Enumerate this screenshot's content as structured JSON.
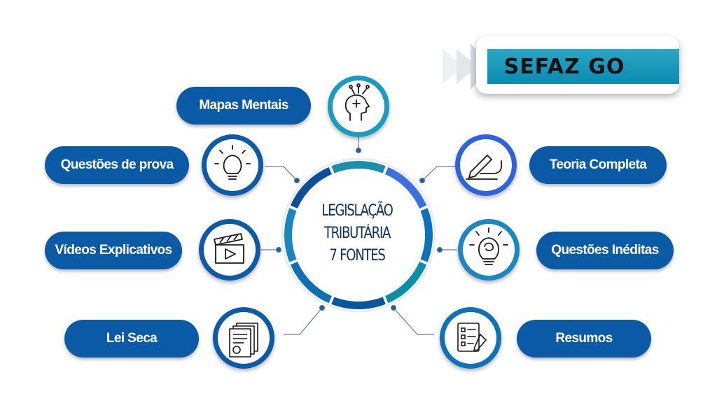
{
  "badge": {
    "label": "SEFAZ GO"
  },
  "center": {
    "lines": [
      "Legislação",
      "Tributária",
      "7 Fontes"
    ]
  },
  "items": [
    {
      "label": "Mapas Mentais",
      "icon": "head-ideas-icon"
    },
    {
      "label": "Teoria Completa",
      "icon": "writing-hand-icon"
    },
    {
      "label": "Questões de prova",
      "icon": "lightbulb-icon"
    },
    {
      "label": "Questões Inéditas",
      "icon": "brain-bulb-icon"
    },
    {
      "label": "Vídeos Explicativos",
      "icon": "clapperboard-icon"
    },
    {
      "label": "Lei Seca",
      "icon": "legal-document-icon"
    },
    {
      "label": "Resumos",
      "icon": "checklist-icon"
    }
  ],
  "colors": {
    "primary": "#0b5aa6",
    "teal": "#1e8fb0",
    "navy": "#0d2f63",
    "ring_segments": [
      "#1b8fae",
      "#3d6fe0",
      "#0e72b8",
      "#0a8fa6",
      "#0a55a0",
      "#0e6fb3",
      "#1a86c0",
      "#0b4f9c"
    ]
  }
}
